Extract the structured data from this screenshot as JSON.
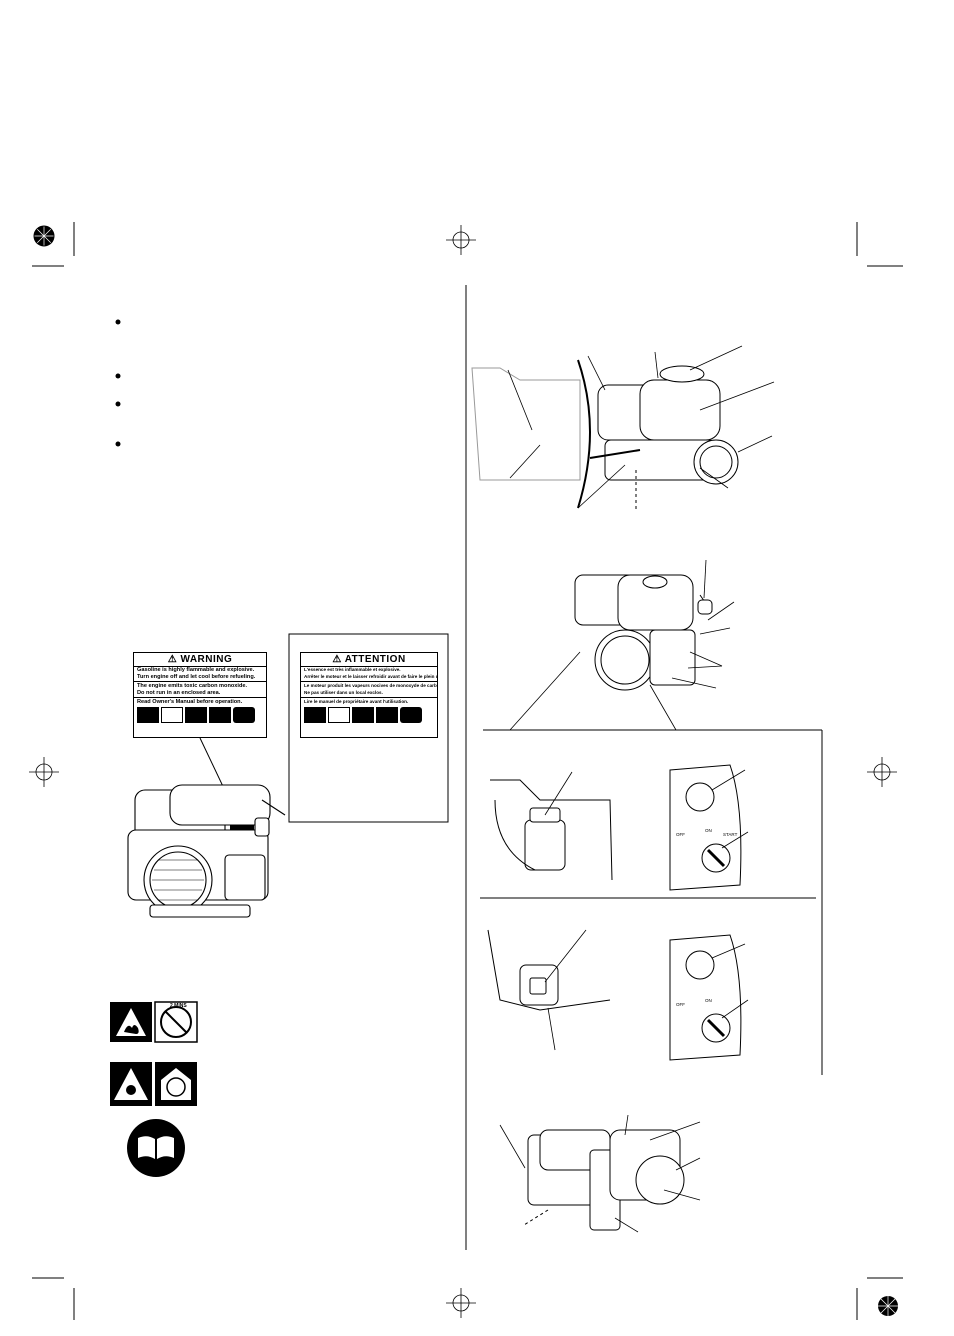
{
  "warning_label": {
    "header": "WARNING",
    "lines_1": [
      "Gasoline is highly flammable and explosive.",
      "Turn engine off and let cool before refueling."
    ],
    "lines_2": [
      "The engine emits toxic carbon monoxide.",
      "Do not run in an enclosed area."
    ],
    "line_3": "Read Owner's Manual before operation."
  },
  "attention_label": {
    "header": "ATTENTION",
    "lines_1": [
      "L'essence est très inflammable et explosive.",
      "Arrêter le moteur et le laisser refroidir avant de faire le plein d'essence."
    ],
    "lines_2": [
      "Le moteur produit les vapeurs nocives de monoxyde de carbone.",
      "Ne pas utiliser dans un local exclos."
    ],
    "line_3": "Lire le manuel de propriétaire avant l'utilisation."
  },
  "fuel_icon_text": "2 MINS",
  "switch_marks": {
    "off": "OFF",
    "on": "ON",
    "start": "START"
  },
  "colors": {
    "ink": "#000000",
    "paper": "#ffffff",
    "line_gray": "#555555"
  }
}
